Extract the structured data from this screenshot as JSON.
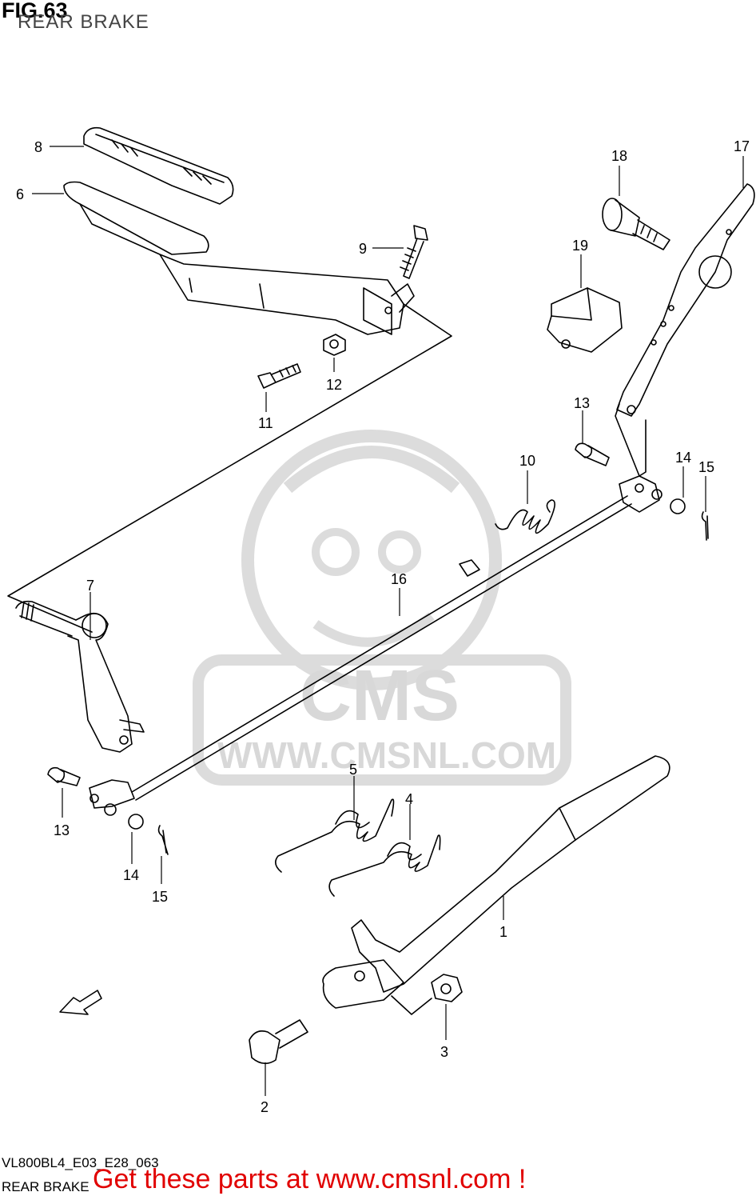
{
  "header": {
    "title": "FIG.63",
    "subtitle": "REAR BRAKE"
  },
  "callouts": [
    "1",
    "2",
    "3",
    "4",
    "5",
    "6",
    "7",
    "8",
    "9",
    "10",
    "11",
    "12",
    "13",
    "13",
    "14",
    "14",
    "15",
    "15",
    "16",
    "17",
    "18",
    "19"
  ],
  "watermark": {
    "brand": "CMS",
    "url": "WWW.CMSNL.COM"
  },
  "footer": {
    "diagram_code": "VL800BL4_E03_E28_063",
    "title": "REAR BRAKE",
    "promo": "Get these parts at www.cmsnl.com !"
  },
  "colors": {
    "line": "#000000",
    "watermark": "#d8d8d8",
    "promo": "#e10000"
  }
}
